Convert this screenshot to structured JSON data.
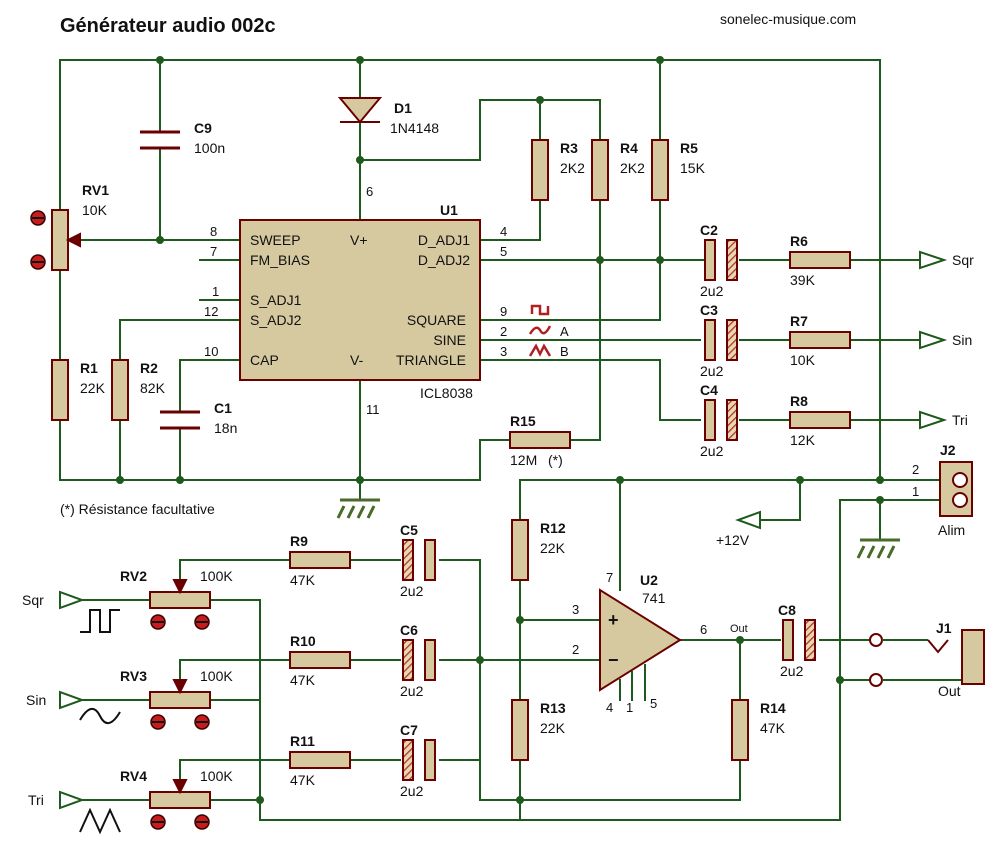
{
  "title": "Générateur audio 002c",
  "website": "sonelec-musique.com",
  "note": "(*) Résistance facultative",
  "colors": {
    "wire": "#1e5a1e",
    "part": "#d6c9a0",
    "outline": "#6a0000",
    "ground": "#4a6a2a",
    "bg": "#ffffff"
  },
  "u1": {
    "ref": "U1",
    "model": "ICL8038",
    "left_pins": [
      {
        "num": "8",
        "name": "SWEEP"
      },
      {
        "num": "7",
        "name": "FM_BIAS"
      },
      {
        "num": "1",
        "name": "S_ADJ1"
      },
      {
        "num": "12",
        "name": "S_ADJ2"
      },
      {
        "num": "10",
        "name": "CAP"
      }
    ],
    "right_pins": [
      {
        "num": "4",
        "name": "D_ADJ1"
      },
      {
        "num": "5",
        "name": "D_ADJ2"
      },
      {
        "num": "9",
        "name": "SQUARE"
      },
      {
        "num": "2",
        "name": "SINE"
      },
      {
        "num": "3",
        "name": "TRIANGLE"
      }
    ],
    "top_pin": {
      "num": "6",
      "name": "V+"
    },
    "bottom_pin": {
      "num": "11",
      "name": "V-"
    }
  },
  "u2": {
    "ref": "U2",
    "model": "741",
    "pin_plus": "3",
    "pin_minus": "2",
    "pin_out": "6",
    "pin_vplus": "7",
    "pin_vminus": "4",
    "pin_offset1": "1",
    "pin_offset2": "5",
    "plus_sign": "+",
    "minus_sign": "−"
  },
  "wave_labels": {
    "a": "A",
    "b": "B"
  },
  "d1": {
    "ref": "D1",
    "value": "1N4148"
  },
  "c9": {
    "ref": "C9",
    "value": "100n"
  },
  "c1": {
    "ref": "C1",
    "value": "18n"
  },
  "c2": {
    "ref": "C2",
    "value": "2u2"
  },
  "c3": {
    "ref": "C3",
    "value": "2u2"
  },
  "c4": {
    "ref": "C4",
    "value": "2u2"
  },
  "c5": {
    "ref": "C5",
    "value": "2u2"
  },
  "c6": {
    "ref": "C6",
    "value": "2u2"
  },
  "c7": {
    "ref": "C7",
    "value": "2u2"
  },
  "c8": {
    "ref": "C8",
    "value": "2u2"
  },
  "rv1": {
    "ref": "RV1",
    "value": "10K"
  },
  "rv2": {
    "ref": "RV2",
    "value": "100K"
  },
  "rv3": {
    "ref": "RV3",
    "value": "100K"
  },
  "rv4": {
    "ref": "RV4",
    "value": "100K"
  },
  "r1": {
    "ref": "R1",
    "value": "22K"
  },
  "r2": {
    "ref": "R2",
    "value": "82K"
  },
  "r3": {
    "ref": "R3",
    "value": "2K2"
  },
  "r4": {
    "ref": "R4",
    "value": "2K2"
  },
  "r5": {
    "ref": "R5",
    "value": "15K"
  },
  "r6": {
    "ref": "R6",
    "value": "39K"
  },
  "r7": {
    "ref": "R7",
    "value": "10K"
  },
  "r8": {
    "ref": "R8",
    "value": "12K"
  },
  "r9": {
    "ref": "R9",
    "value": "47K"
  },
  "r10": {
    "ref": "R10",
    "value": "47K"
  },
  "r11": {
    "ref": "R11",
    "value": "47K"
  },
  "r12": {
    "ref": "R12",
    "value": "22K"
  },
  "r13": {
    "ref": "R13",
    "value": "22K"
  },
  "r14": {
    "ref": "R14",
    "value": "47K"
  },
  "r15": {
    "ref": "R15",
    "value": "12M",
    "note": "(*)"
  },
  "outputs": {
    "sqr": "Sqr",
    "sin": "Sin",
    "tri": "Tri"
  },
  "inputs": {
    "sqr": "Sqr",
    "sin": "Sin",
    "tri": "Tri"
  },
  "supply": {
    "label": "+12V"
  },
  "j2": {
    "ref": "J2",
    "name": "Alim",
    "pin2": "2",
    "pin1": "1"
  },
  "j1": {
    "ref": "J1",
    "name": "Out"
  },
  "out_net": "Out"
}
